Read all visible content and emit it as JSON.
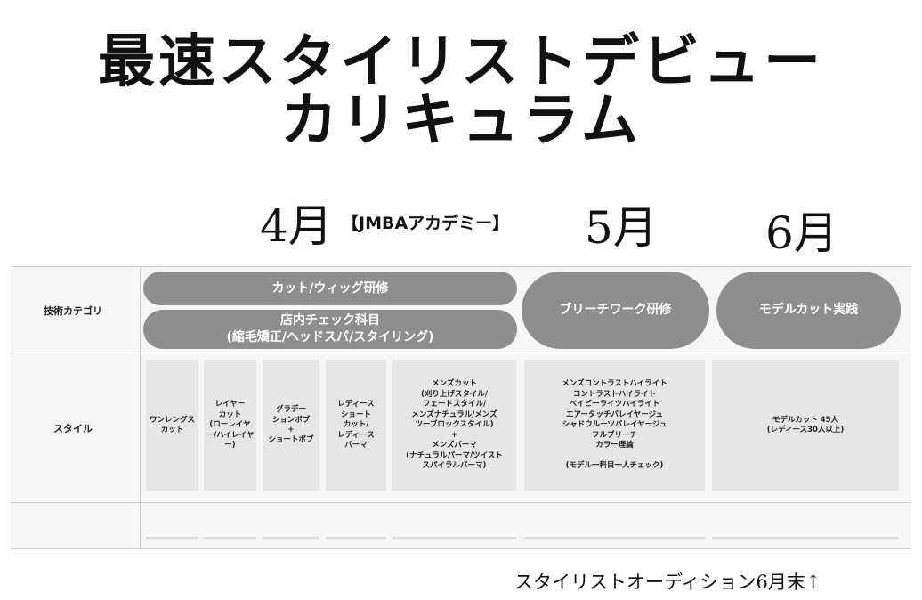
{
  "title": {
    "line1": "最速スタイリストデビュー",
    "line2": "カリキュラム"
  },
  "months": {
    "april": "4月",
    "academy": "【JMBAアカデミー】",
    "may": "5月",
    "june": "6月"
  },
  "rows": {
    "skill_category": "技術カテゴリ",
    "style": "スタイル"
  },
  "skills": {
    "cut_wig": "カット/ウィッグ研修",
    "in_store_line1": "店内チェック科目",
    "in_store_line2": "(縮毛矯正/ヘッドスパ/スタイリング)",
    "bleach": "ブリーチワーク研修",
    "model_cut": "モデルカット実践"
  },
  "styles": [
    "ワンレングス\nカット",
    "レイヤー\nカット\n(ローレイヤ\nー/ハイレイヤ\nー)",
    "グラデー\nションボブ\n+\nショートボブ",
    "レディース\nショート\nカット/\nレディース\nパーマ",
    "メンズカット\n(刈り上げスタイル/\nフェードスタイル/\nメンズナチュラル/メンズ\nツーブロックスタイル)\n+\nメンズパーマ\n(ナチュラルパーマ/ツイスト\nスパイラルパーマ)",
    "メンズコントラストハイライト\nコントラストハイライト\nベイビーライツハイライト\nエアータッチバレイヤージュ\nシャドウルーツバレイヤージュ\nフルブリーチ\nカラー理論\n\n(モデル一科目一人チェック)",
    "モデルカット 45人\n(レディース30人以上)"
  ],
  "footer": "スタイリストオーディション6月末↑",
  "colors": {
    "pill": "#8e8e8e",
    "cell": "#e6e6e6",
    "panel": "#f6f6f6",
    "text": "#111111"
  }
}
